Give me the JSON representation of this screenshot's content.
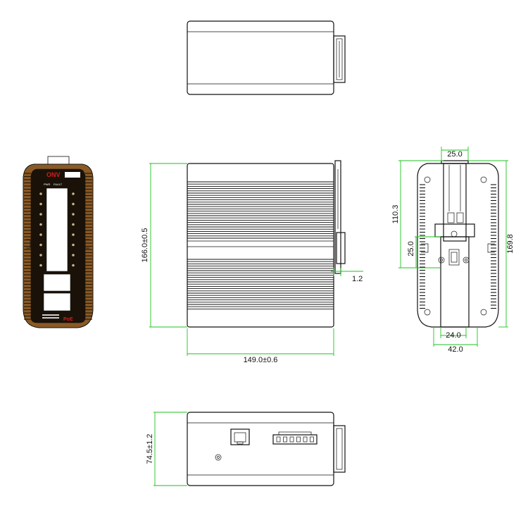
{
  "dimensions": {
    "width_top": "25.0",
    "height_left": "166.0±0.5",
    "width_bottom": "149.0±0.6",
    "clip_thickness": "1.2",
    "height_110": "110.3",
    "height_25": "25.0",
    "height_169": "169.8",
    "width_24": "24.0",
    "width_42": "42.0",
    "depth_front": "74.5±1.2"
  },
  "front_panel": {
    "brand": "ONV",
    "logo_label": "PoE",
    "indicators": [
      "PWR",
      "FAULT"
    ]
  },
  "colors": {
    "dimension_line": "#1fc21f",
    "panel_brown": "#8a5a26",
    "panel_dark": "#1a1208",
    "brand_red": "#d81e1e"
  }
}
